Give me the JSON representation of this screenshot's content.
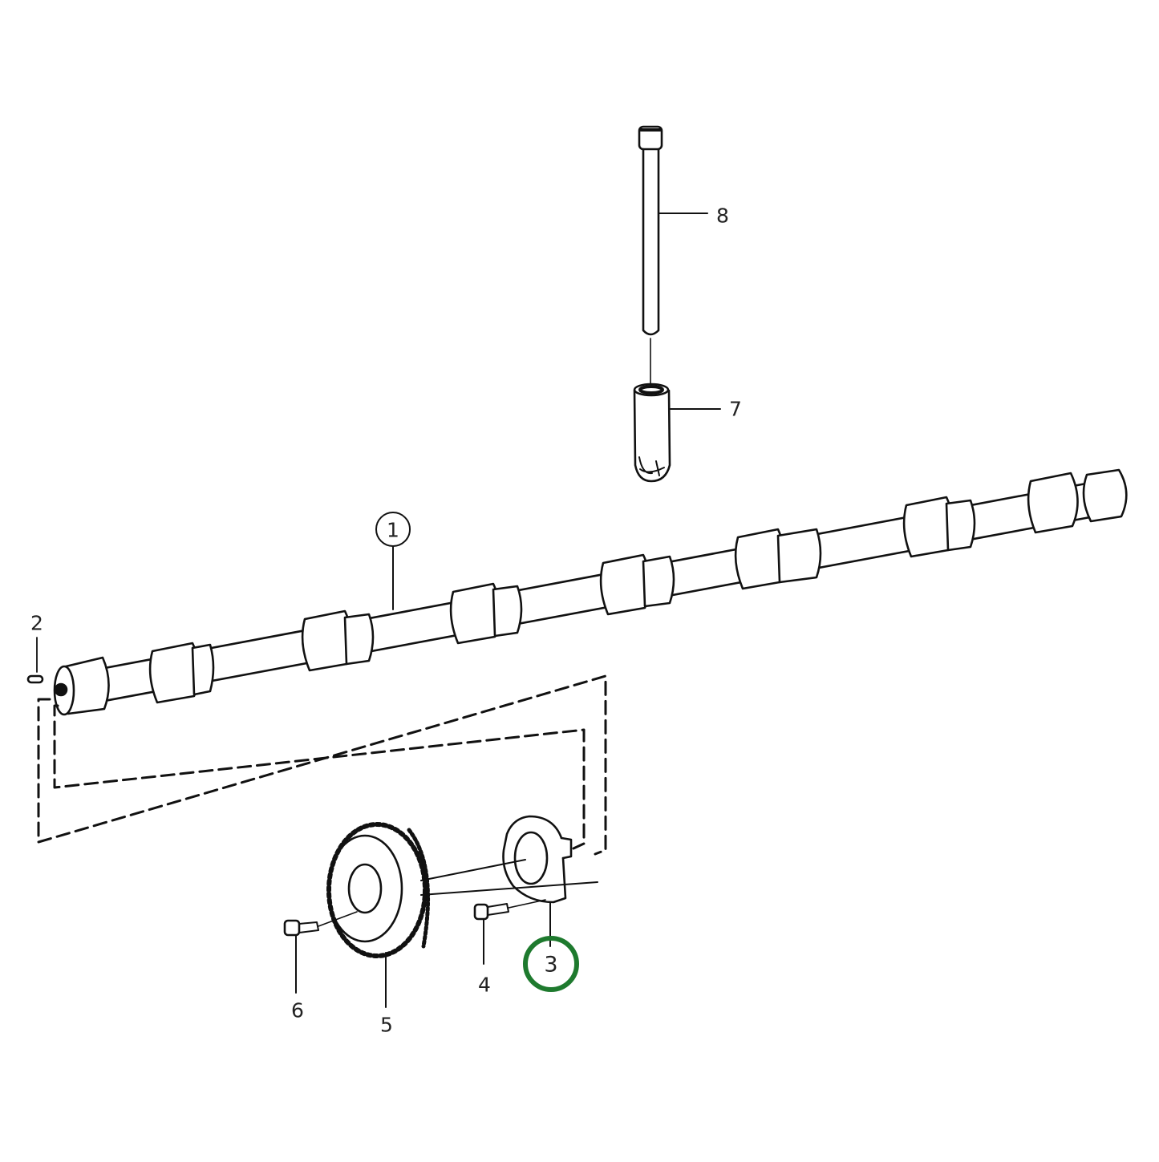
{
  "diagram": {
    "type": "exploded-parts-diagram",
    "subject": "Camshaft assembly",
    "highlight_color": "#1e7a2e",
    "line_color": "#111111",
    "background": "#ffffff",
    "callouts": [
      {
        "id": "1",
        "label": "1",
        "part": "camshaft",
        "circled": true,
        "highlighted": false
      },
      {
        "id": "2",
        "label": "2",
        "part": "dowel-pin",
        "circled": false,
        "highlighted": false
      },
      {
        "id": "3",
        "label": "3",
        "part": "thrust-flange",
        "circled": true,
        "highlighted": true
      },
      {
        "id": "4",
        "label": "4",
        "part": "flange-bolt",
        "circled": false,
        "highlighted": false
      },
      {
        "id": "5",
        "label": "5",
        "part": "timing-gear",
        "circled": false,
        "highlighted": false
      },
      {
        "id": "6",
        "label": "6",
        "part": "gear-bolt",
        "circled": false,
        "highlighted": false
      },
      {
        "id": "7",
        "label": "7",
        "part": "tappet",
        "circled": false,
        "highlighted": false
      },
      {
        "id": "8",
        "label": "8",
        "part": "push-rod",
        "circled": false,
        "highlighted": false
      }
    ]
  }
}
